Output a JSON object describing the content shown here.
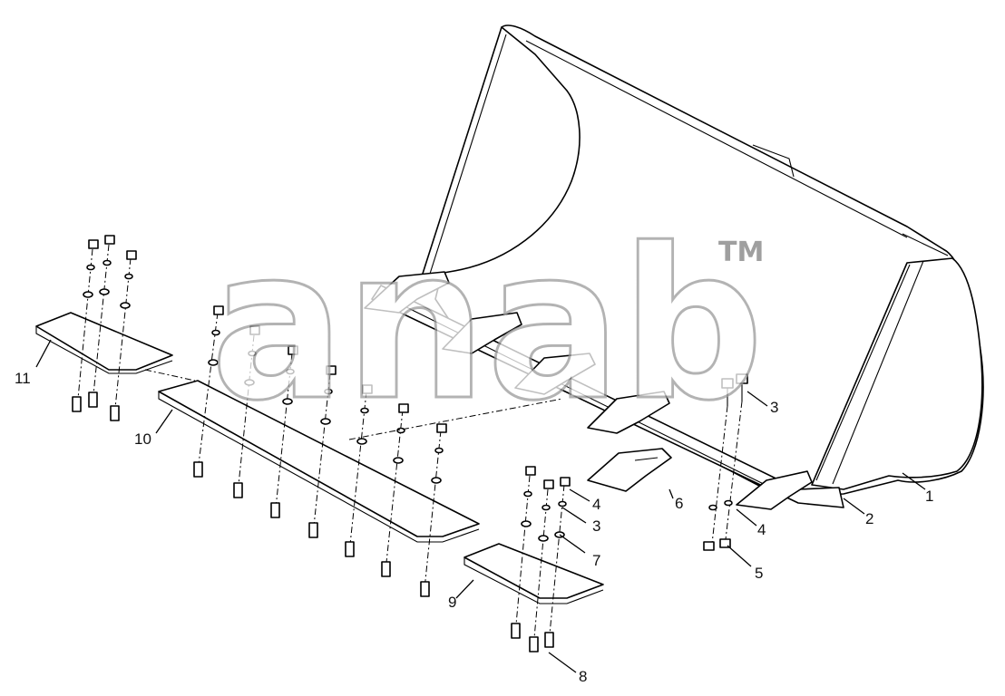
{
  "watermark": {
    "text": "anab",
    "trademark": "TM"
  },
  "callouts": {
    "c1": "1",
    "c2": "2",
    "c3a": "3",
    "c3b": "3",
    "c4a": "4",
    "c4b": "4",
    "c5": "5",
    "c6": "6",
    "c7": "7",
    "c8": "8",
    "c9": "9",
    "c10": "10",
    "c11": "11"
  }
}
